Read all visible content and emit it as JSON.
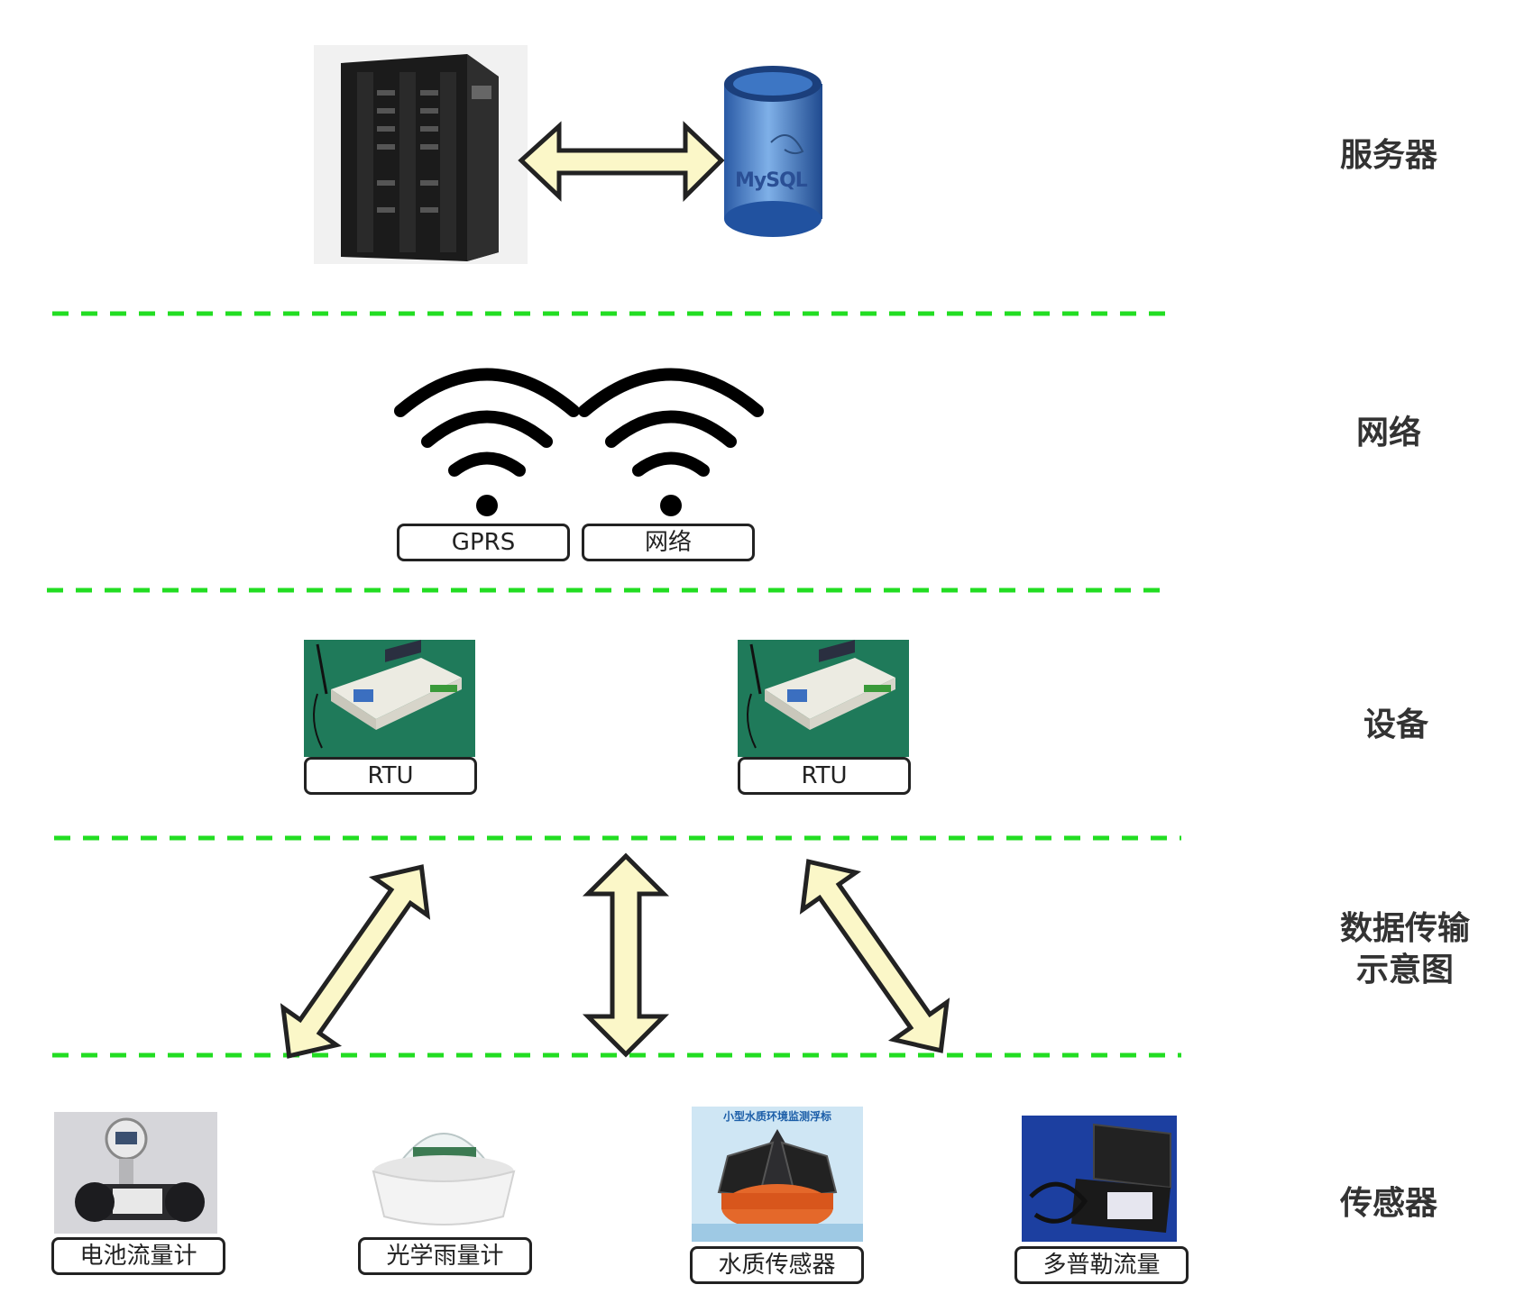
{
  "layers": {
    "server": "服务器",
    "network": "网络",
    "device": "设备",
    "transfer": "数据传输\n示意图",
    "sensor": "传感器"
  },
  "network": {
    "gprs_label": "GPRS",
    "net_label": "网络"
  },
  "devices": {
    "rtu1": "RTU",
    "rtu2": "RTU"
  },
  "sensors": {
    "s1": "电池流量计",
    "s2": "光学雨量计",
    "s3": "水质传感器",
    "s4": "多普勒流量"
  },
  "images": {
    "database_logo": "MySQL",
    "buoy_banner": "小型水质环境监测浮标"
  },
  "colors": {
    "divider": "#22dd22",
    "arrow_fill": "#fbf7c8",
    "arrow_stroke": "#222222",
    "db_blue": "#2a63b3"
  }
}
